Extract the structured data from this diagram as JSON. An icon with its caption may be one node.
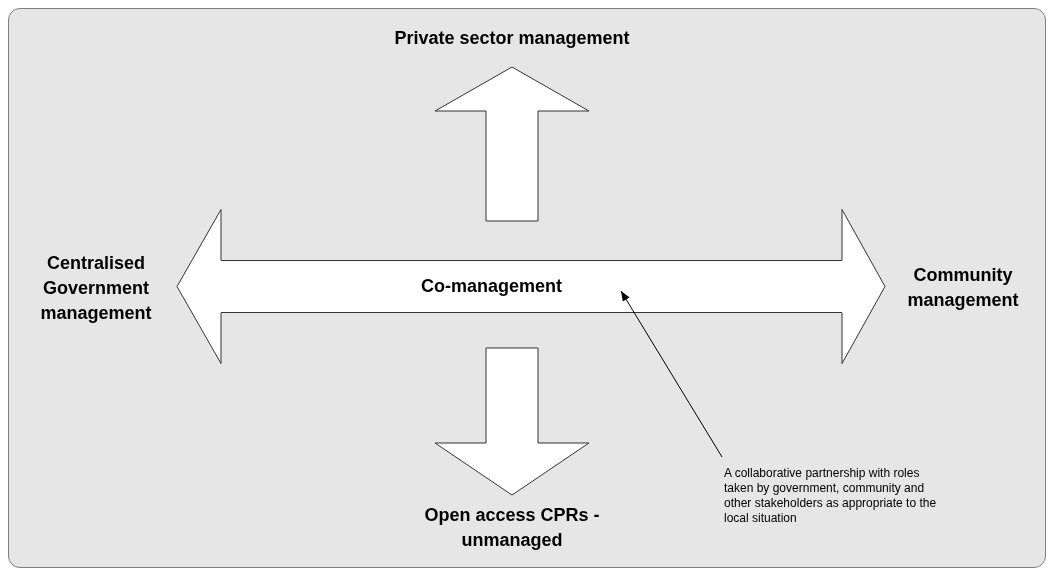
{
  "diagram": {
    "nodes": [
      {
        "text": [
          "Private sector management"
        ]
      },
      {
        "text": [
          "Centralised Government management"
        ]
      },
      {
        "text": [
          "Co-management"
        ]
      },
      {
        "text": [
          "Community management"
        ]
      },
      {
        "text": [
          "Open access CPRs - unmanaged"
        ]
      },
      {
        "text": [
          "A collaborative partnership with roles taken by government, community and other stakeholders as appropriate to the local situation"
        ]
      }
    ],
    "edges": [
      {
        "from": 2,
        "to": 0,
        "arrow": "to",
        "style": "thick"
      },
      {
        "from": 2,
        "to": 1,
        "arrow": "to",
        "style": "thick"
      },
      {
        "from": 2,
        "to": 3,
        "arrow": "to",
        "style": "thick"
      },
      {
        "from": 2,
        "to": 4,
        "arrow": "to",
        "style": "thick"
      },
      {
        "from": 5,
        "to": 2,
        "arrow": "to"
      }
    ]
  }
}
